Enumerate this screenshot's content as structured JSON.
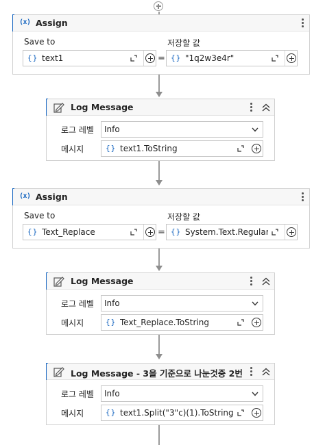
{
  "assign_blocks": [
    {
      "title": "Assign",
      "save_to_label": "Save to",
      "value_label": "저장할 값",
      "save_to_value": "text1",
      "value": "\"1q2w3e4r\""
    },
    {
      "title": "Assign",
      "save_to_label": "Save to",
      "value_label": "저장할 값",
      "save_to_value": "Text_Replace",
      "value": "System.Text.RegularExp"
    }
  ],
  "log_blocks": [
    {
      "title": "Log Message",
      "level_label": "로그 레벨",
      "level_value": "Info",
      "message_label": "메시지",
      "message_value": "text1.ToString"
    },
    {
      "title": "Log Message",
      "level_label": "로그 레벨",
      "level_value": "Info",
      "message_label": "메시지",
      "message_value": "Text_Replace.ToString"
    },
    {
      "title": "Log Message - 3을 기준으로 나눈것중 2번...",
      "level_label": "로그 레벨",
      "level_value": "Info",
      "message_label": "메시지",
      "message_value": "text1.Split(\"3\"c)(1).ToString"
    }
  ],
  "symbols": {
    "equals": "=",
    "expression_braces": "{}",
    "variable_icon": "(x)"
  },
  "icons": {
    "assign": "variable-x-icon",
    "log": "log-message-icon",
    "menu": "kebab-menu-icon",
    "collapse": "collapse-chevron-icon",
    "expand": "expand-editor-icon",
    "add": "plus-circle-icon"
  },
  "colors": {
    "accent": "#1565c0",
    "connector": "#9a9a9a"
  }
}
